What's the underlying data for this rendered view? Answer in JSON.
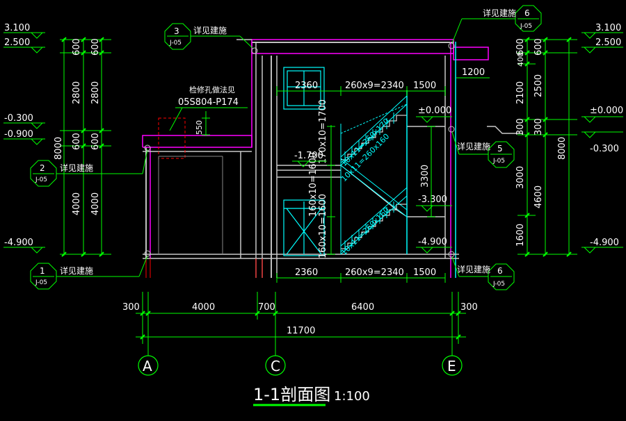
{
  "title": {
    "main": "1-1剖面图",
    "scale": "1:100"
  },
  "elevations_left": [
    "3.100",
    "2.500",
    "-0.300",
    "-0.900",
    "-4.900"
  ],
  "elevations_right": [
    "3.100",
    "2.500",
    "±0.000",
    "-0.300",
    "-4.900"
  ],
  "elevations_inner": [
    "±0.000",
    "-1.700",
    "-3.300",
    "-4.900"
  ],
  "dims_left_col1": [
    "600",
    "2800",
    "600",
    "4000"
  ],
  "dims_left_col2": [
    "600",
    "2800",
    "600",
    "4000"
  ],
  "dims_left_total": "8000",
  "dims_right_col1": [
    "600",
    "400",
    "2100",
    "300",
    "3000",
    "1600"
  ],
  "dims_right_col2": [
    "600",
    "2500",
    "300",
    "4600"
  ],
  "dims_right_total": "8000",
  "dims_inner": {
    "d1200": "1200",
    "d3300": "3300",
    "d550": "550"
  },
  "dims_top": [
    "2360",
    "260x9=2340",
    "1500"
  ],
  "dims_bottom_row": [
    "2360",
    "260x9=2340",
    "1500"
  ],
  "dims_axes": [
    "300",
    "4000",
    "700",
    "6400",
    "300"
  ],
  "dims_total": "11700",
  "stair_labels": [
    "170x10=1700",
    "160x10=1600",
    "160x10=1600",
    "10x11=260x170",
    "10x11=260x160",
    "10x11=260x160"
  ],
  "grid_axes": [
    "A",
    "C",
    "E"
  ],
  "detail_note": "详见建施",
  "detail_sheet": "J-05",
  "details": [
    {
      "id": "det-1",
      "num": "1",
      "sheet": "J-05",
      "note": "详见建施"
    },
    {
      "id": "det-2",
      "num": "2",
      "sheet": "J-05",
      "note": "详见建施"
    },
    {
      "id": "det-3",
      "num": "3",
      "sheet": "J-05",
      "note": "详见建施"
    },
    {
      "id": "det-5",
      "num": "5",
      "sheet": "J-05",
      "note": "详见建施"
    },
    {
      "id": "det-6a",
      "num": "6",
      "sheet": "J-05",
      "note": "详见建施"
    },
    {
      "id": "det-6b",
      "num": "6",
      "sheet": "J-05",
      "note": "详见建施"
    }
  ],
  "hole_note": {
    "title": "检修孔做法见",
    "code": "05S804-P174"
  },
  "colors": {
    "green": "#00ff00",
    "cyan": "#00ffff",
    "magenta": "#ff00ff",
    "red": "#ff0000",
    "white": "#ffffff",
    "gray": "#c8c8c8"
  }
}
